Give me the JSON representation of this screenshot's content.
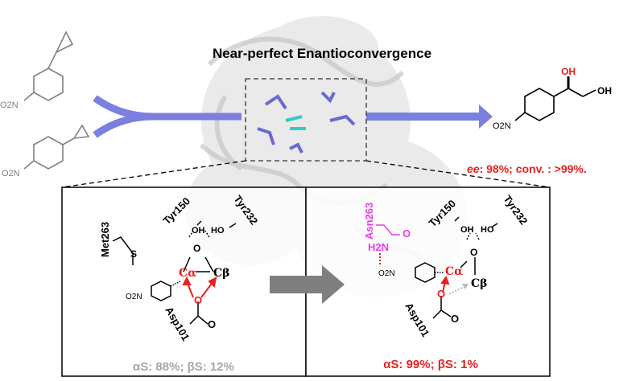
{
  "title": "Near-perfect Enantioconvergence",
  "substrates": {
    "top_group": "O2N",
    "bottom_group": "O2N"
  },
  "product": {
    "oh1": "OH",
    "oh2": "OH",
    "group": "O2N"
  },
  "result": {
    "ee_label": "ee",
    "ee_text": ": 98%; conv. : >99%."
  },
  "left_panel": {
    "residues": [
      "Met263",
      "Tyr150",
      "Tyr232",
      "Asp101"
    ],
    "atoms": {
      "oh": "OH",
      "ho": "HO",
      "o_epoxide": "O",
      "s": "S",
      "ca": "Cα",
      "cb": "Cβ",
      "o_asp": "O",
      "o_carbonyl": "O",
      "no2": "O2N"
    },
    "selectivity": "αS: 88%; βS: 12%"
  },
  "right_panel": {
    "residues": [
      "Asn263",
      "Tyr150",
      "Tyr232",
      "Asp101"
    ],
    "atoms": {
      "oh": "OH",
      "ho": "HO",
      "o_epoxide": "O",
      "amide_o": "O",
      "h2n": "H2N",
      "ca": "Cα",
      "cb": "Cβ",
      "o_asp": "O",
      "o_carbonyl": "O",
      "no2": "O2N"
    },
    "selectivity": "αS: 99%; βS: 1%"
  },
  "colors": {
    "arrow_blue": "#7b7fe0",
    "red": "#e8201c",
    "magenta": "#e83ee8",
    "gray_text": "#a6a6a6",
    "gray_arrow": "#7f7f7f"
  }
}
